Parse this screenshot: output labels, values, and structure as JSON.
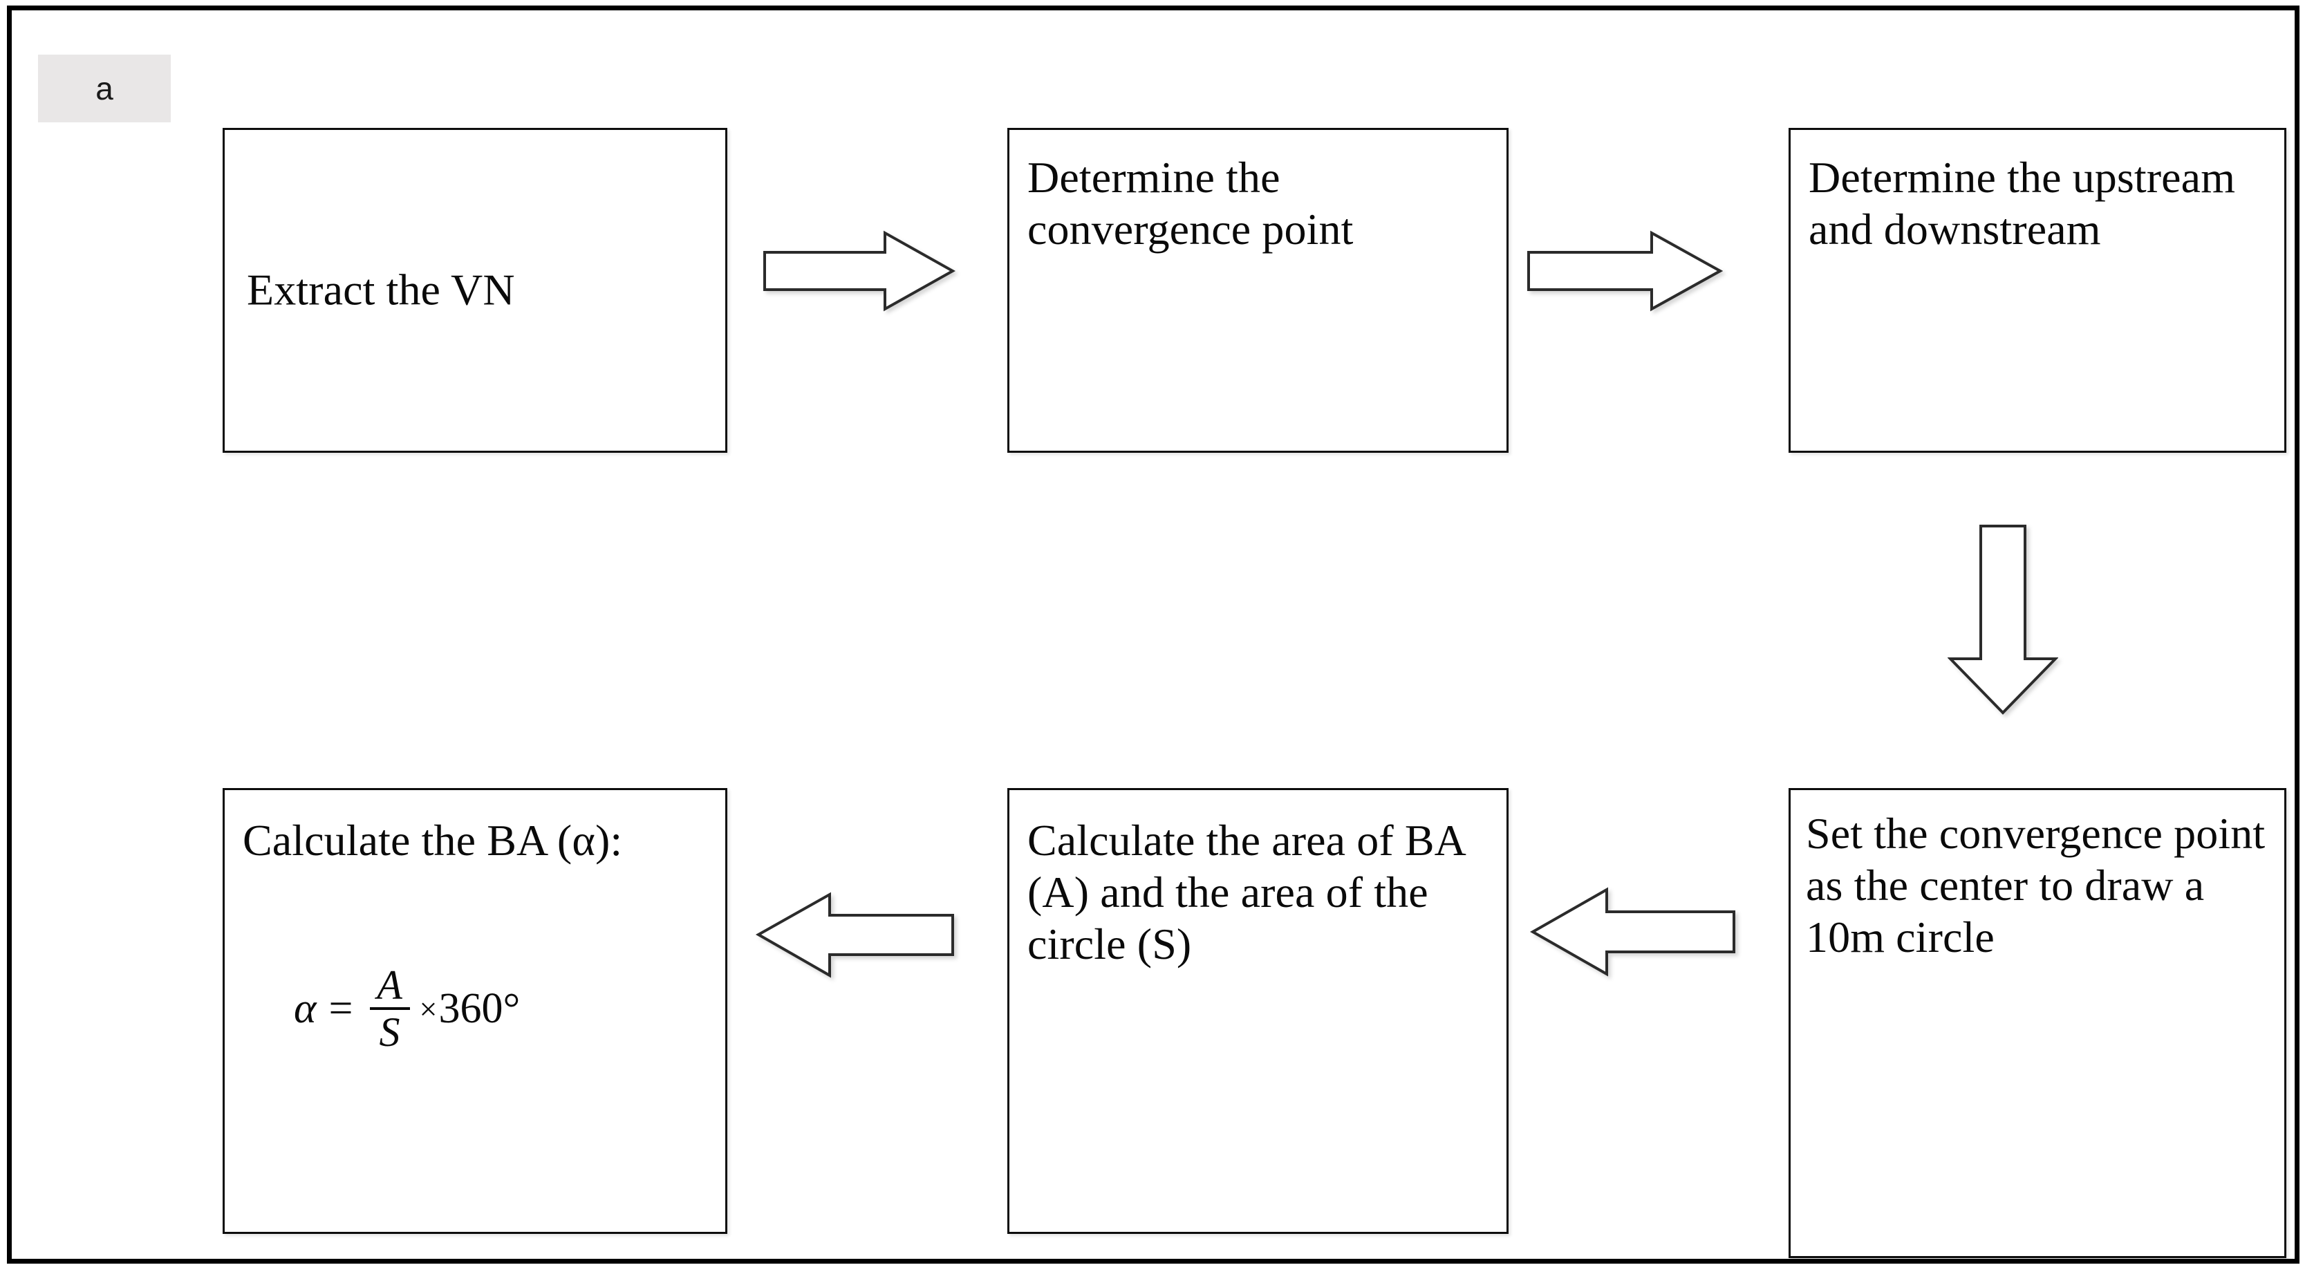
{
  "figure": {
    "panel_label": "a",
    "background_color": "#ffffff",
    "frame_color": "#000000",
    "badge_background": "#e9e7e7",
    "box_border_color": "#0d0d0d",
    "arrow_stroke_color": "#2b2b2b",
    "text_color": "#0a0a0a"
  },
  "flowchart": {
    "type": "flowchart",
    "direction": "serpentine: left-to-right on top row, down on right, right-to-left on bottom row",
    "nodes": [
      {
        "id": "extract-vn",
        "label": "Extract the VN",
        "row": "top",
        "column": 1
      },
      {
        "id": "convergence",
        "label": "Determine the convergence point",
        "row": "top",
        "column": 2
      },
      {
        "id": "upstream",
        "label": "Determine the upstream and downstream",
        "row": "top",
        "column": 3
      },
      {
        "id": "set-center",
        "label": "Set the convergence point as the center to draw a 10m circle",
        "row": "bottom",
        "column": 3
      },
      {
        "id": "calc-area",
        "label": "Calculate the area of BA (A) and the area of the circle (S)",
        "row": "bottom",
        "column": 2
      },
      {
        "id": "calc-ba",
        "label": "Calculate the BA (α):",
        "row": "bottom",
        "column": 1
      }
    ],
    "edges": [
      {
        "id": "edge-1",
        "from": "extract-vn",
        "to": "convergence",
        "direction": "right"
      },
      {
        "id": "edge-2",
        "from": "convergence",
        "to": "upstream",
        "direction": "right"
      },
      {
        "id": "edge-3",
        "from": "upstream",
        "to": "set-center",
        "direction": "down"
      },
      {
        "id": "edge-4",
        "from": "set-center",
        "to": "calc-area",
        "direction": "left"
      },
      {
        "id": "edge-5",
        "from": "calc-area",
        "to": "calc-ba",
        "direction": "left"
      }
    ]
  },
  "formula": {
    "lhs": "α",
    "equals": "=",
    "numerator": "A",
    "denominator": "S",
    "times": "×",
    "rhs": "360°",
    "plain": "α = A / S × 360°"
  }
}
